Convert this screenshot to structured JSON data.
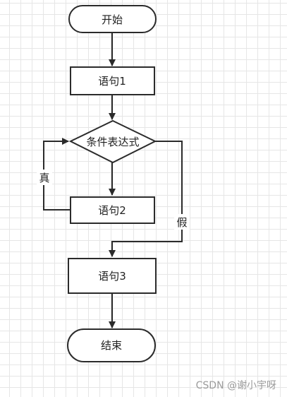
{
  "nodes": {
    "start": "开始",
    "stmt1": "语句1",
    "condition": "条件表达式",
    "stmt2": "语句2",
    "stmt3": "语句3",
    "end": "结束"
  },
  "edges": {
    "true_label": "真",
    "false_label": "假"
  },
  "watermark": "CSDN @谢小宇呀",
  "colors": {
    "stroke": "#2b2b2b",
    "text": "#222222"
  }
}
